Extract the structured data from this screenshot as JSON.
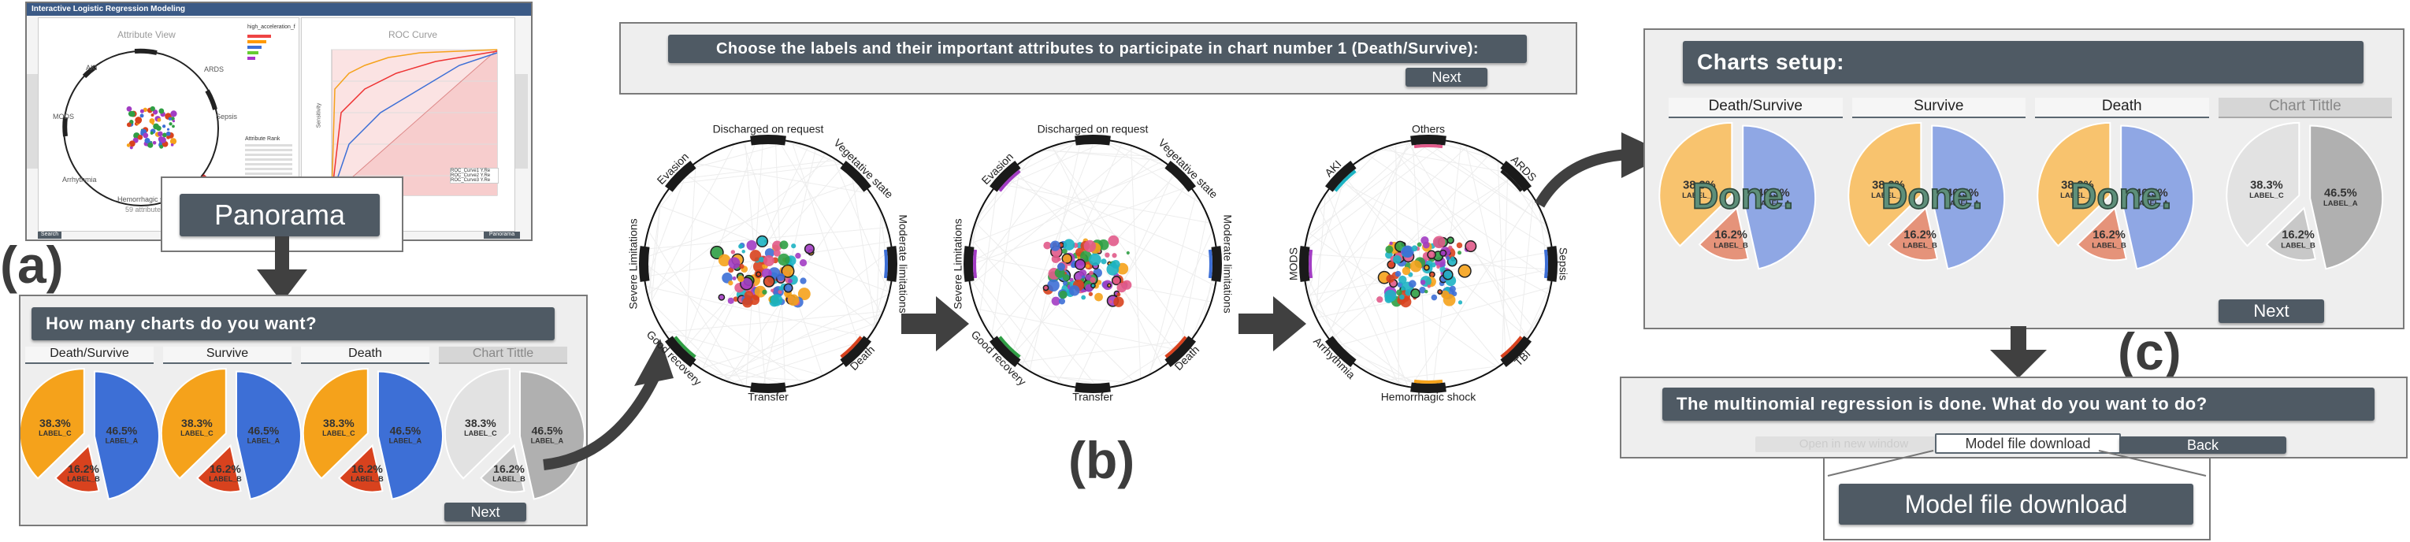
{
  "labels": {
    "a": "(a)",
    "b": "(b)",
    "c": "(c)"
  },
  "panorama": {
    "app_title": "Interactive Logistic Regression Modeling",
    "attribute_view_title": "Attribute View",
    "roc_title": "ROC Curve",
    "callout": "Panorama",
    "legend_top": "high_acceleration_f",
    "legend_mid": "Attribute Rank",
    "left_footer": "Search",
    "right_footer": "Panorama",
    "axis_label": "Sensitivity",
    "roc_legend": [
      "ROC_Curve1 Y.Re",
      "ROC_Curve2 Y.Re",
      "ROC_Curve3 Y.Re"
    ],
    "attr_labels": [
      "ARDS",
      "AKI",
      "MODS",
      "Sepsis",
      "Arrhythmia",
      "Hemorrhagic shock"
    ],
    "attr_sub": "59 attributes"
  },
  "panel_a": {
    "title": "How many charts do you want?",
    "tabs": [
      "Death/Survive",
      "Survive",
      "Death",
      "Chart Tittle"
    ],
    "next": "Next",
    "pie": {
      "c": "38.3%",
      "c_lbl": "LABEL_C",
      "a": "46.5%",
      "a_lbl": "LABEL_A",
      "b": "16.2%",
      "b_lbl": "LABEL_B"
    }
  },
  "panel_b": {
    "prompt": "Choose the labels and their important attributes to participate in chart number 1 (Death/Survive):",
    "next": "Next"
  },
  "radial_1": {
    "labels": [
      "Discharged on request",
      "Vegetative state",
      "Moderate limitations",
      "Death",
      "Transfer",
      "Good recovery",
      "Severe Limitations",
      "Evasion"
    ]
  },
  "radial_2": {
    "labels": [
      "Discharged on request",
      "Vegetative state",
      "Moderate limitations",
      "Death",
      "Transfer",
      "Good recovery",
      "Severe Limitations",
      "Evasion"
    ]
  },
  "radial_3": {
    "labels": [
      "Others",
      "ARDS",
      "Sepsis",
      "TBI",
      "Hemorrhagic shock",
      "Arrhythmia",
      "MODS",
      "AKI"
    ]
  },
  "panel_c": {
    "title": "Charts setup:",
    "tabs": [
      "Death/Survive",
      "Survive",
      "Death",
      "Chart Tittle"
    ],
    "done": "Done.",
    "next": "Next"
  },
  "panel_d": {
    "title": "The multinomial regression is done. What do you want to do?",
    "option_open": "Open in new window",
    "option_download": "Model file download",
    "option_back": "Back",
    "callout": "Model file download"
  },
  "colors": {
    "orange": "#f5a21b",
    "blue": "#3d6fd6",
    "red": "#d8421e",
    "gray": "#4f5a64"
  }
}
